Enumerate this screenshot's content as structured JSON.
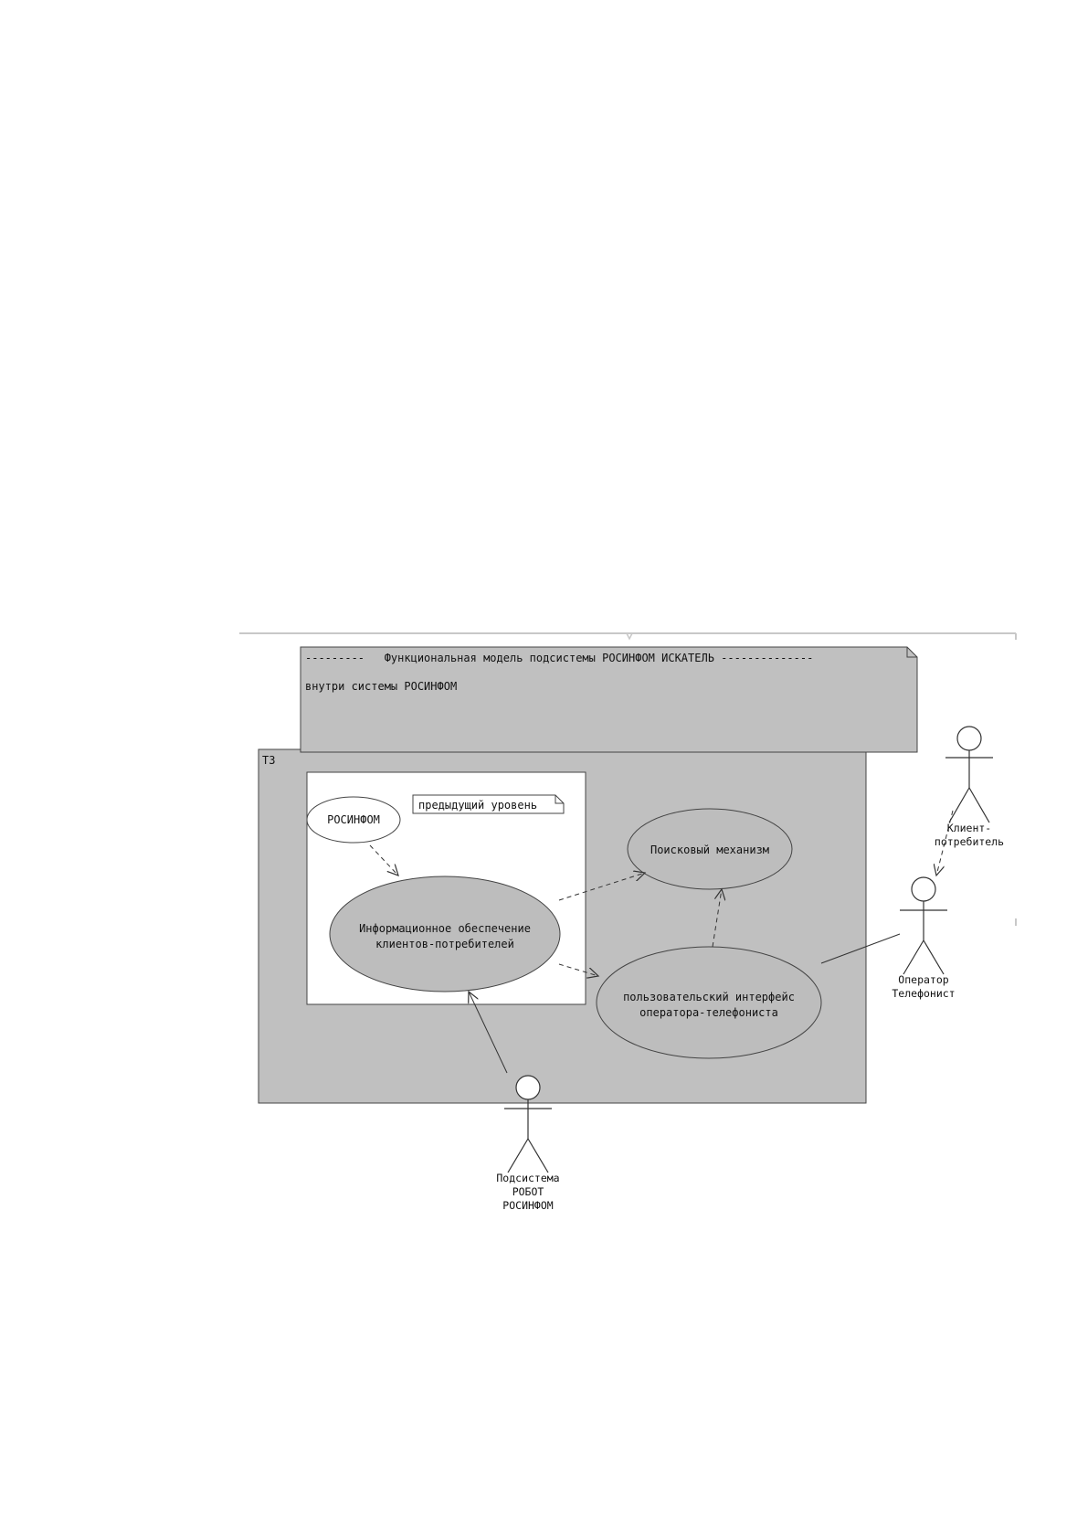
{
  "colors": {
    "background": "#ffffff",
    "frame_fill": "#c0c0c0",
    "inner_fill": "#ffffff",
    "usecase_fill": "#bdbdbd",
    "line": "#333333"
  },
  "note_top": {
    "title": "---------   Функциональная модель подсистемы РОСИНФОМ ИСКАТЕЛЬ --------------",
    "subtitle": "внутри системы РОСИНФОМ"
  },
  "frame": {
    "label": "ТЗ"
  },
  "inner_note": {
    "label": "предыдущий уровень"
  },
  "usecases": {
    "rosinfom": "РОСИНФОМ",
    "info_line1": "Информационное обеспечение",
    "info_line2": "клиентов-потребителей",
    "search": "Поисковый механизм",
    "ui_line1": "пользовательский интерфейс",
    "ui_line2": "оператора-телефониста"
  },
  "actors": {
    "client_line1": "Клиент-",
    "client_line2": "потребитель",
    "operator_line1": "Оператор",
    "operator_line2": "Телефонист",
    "robot_line1": "Подсистема",
    "robot_line2": "РОБОТ",
    "robot_line3": "РОСИНФОМ"
  }
}
